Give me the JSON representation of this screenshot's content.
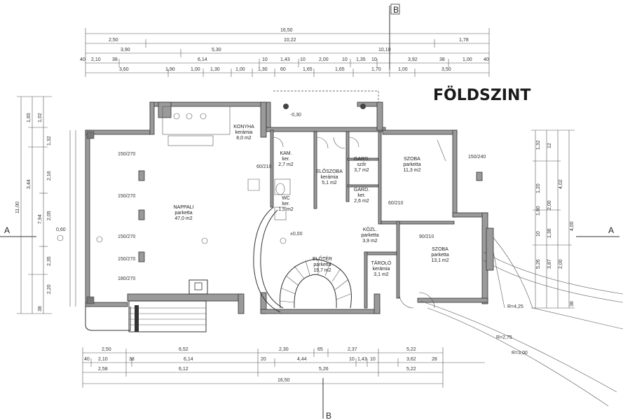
{
  "title": "FÖLDSZINT",
  "section_labels": {
    "left": "A",
    "right": "A",
    "top": "B",
    "bottom": "B"
  },
  "dims_top": {
    "row1": [
      "16,50"
    ],
    "row2": [
      "2,50",
      "10,22",
      "1,78"
    ],
    "row3": [
      "3,90",
      "5,30",
      "10,10"
    ],
    "row4": [
      "40",
      "2,10",
      "38",
      "6,14",
      "10",
      "1,43",
      "10",
      "2,00",
      "10",
      "1,35",
      "10",
      "3,92",
      "38",
      "1,00",
      "40"
    ],
    "row5": [
      "3,60",
      "1,90",
      "1,00",
      "1,30",
      "1,00",
      "1,30",
      "60",
      "1,65",
      "1,65",
      "1,70",
      "1,00",
      "3,50"
    ]
  },
  "dims_bottom": {
    "row1": [
      "2,50",
      "6,52",
      "2,30",
      "65",
      "2,37",
      "5,22"
    ],
    "row2": [
      "40",
      "2,10",
      "38",
      "6,14",
      "20",
      "4,44",
      "10",
      "1,43",
      "10",
      "3,62",
      "28"
    ],
    "row3": [
      "2,58",
      "6,12",
      "5,26",
      "5,22"
    ],
    "row4": [
      "16,50"
    ]
  },
  "dims_left": [
    "11,00",
    "1,65",
    "1,02",
    "1,32",
    "2,16",
    "3,44",
    "7,94",
    "2,05",
    "0,60",
    "2,35",
    "2,20",
    "38"
  ],
  "dims_right": [
    "1,32",
    "12",
    "1,20",
    "4,02",
    "1,80",
    "2,00",
    "10",
    "1,36",
    "4,00",
    "5,26",
    "3,87",
    "2,00",
    "38"
  ],
  "rooms": [
    {
      "name": "KONYHA",
      "floor": "kerámia",
      "area": "8,0 m2"
    },
    {
      "name": "KAM.",
      "floor": "ker.",
      "area": "2,7 m2"
    },
    {
      "name": "ELŐSZOBA",
      "floor": "kerámia",
      "area": "5,1 m2"
    },
    {
      "name": "GARD.",
      "floor": "szőr",
      "area": "3,7 m2"
    },
    {
      "name": "GARD.",
      "floor": "ker.",
      "area": "2,6 m2"
    },
    {
      "name": "SZOBA",
      "floor": "parketta",
      "area": "11,3 m2"
    },
    {
      "name": "NAPPALI",
      "floor": "parketta",
      "area": "47,0 m2"
    },
    {
      "name": "WC",
      "floor": "ker.",
      "area": "1,5 m2"
    },
    {
      "name": "KÖZL.",
      "floor": "parketta",
      "area": "3,9 m2"
    },
    {
      "name": "SZOBA",
      "floor": "parketta",
      "area": "13,1 m2"
    },
    {
      "name": "ELŐTÉR",
      "floor": "parketta",
      "area": "19,7 m2"
    },
    {
      "name": "TÁROLÓ",
      "floor": "kerámia",
      "area": "3,1 m2"
    }
  ],
  "openings": [
    "150/270",
    "150/270",
    "150/270",
    "150/270",
    "180/270",
    "150/240",
    "60/210",
    "60/210",
    "90/210"
  ],
  "misc": {
    "radius1": "R=4,25",
    "radius2": "R=2,75",
    "radius3": "R=3,00",
    "note": "±0,00",
    "level": "-0,30"
  }
}
